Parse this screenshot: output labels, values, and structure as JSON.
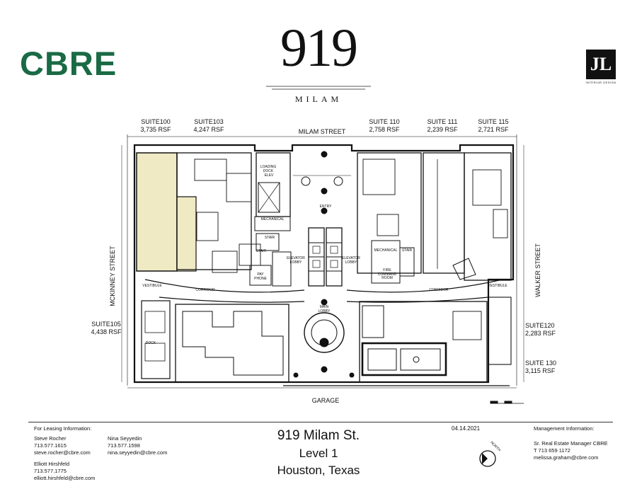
{
  "brand": {
    "left_logo": "CBRE",
    "right_logo_caption": "INTERIOR DESIGN",
    "right_logo_mark": "JL"
  },
  "building": {
    "logo_number": "919",
    "logo_street": "MILAM"
  },
  "streets": {
    "north": "MILAM STREET",
    "west": "MCKINNEY STREET",
    "east": "WALKER STREET",
    "south": "GARAGE"
  },
  "suites": [
    {
      "name": "SUITE100",
      "area": "3,735 RSF"
    },
    {
      "name": "SUITE103",
      "area": "4,247 RSF"
    },
    {
      "name": "SUITE 110",
      "area": "2,758 RSF"
    },
    {
      "name": "SUITE 111",
      "area": "2,239 RSF"
    },
    {
      "name": "SUITE 115",
      "area": "2,721 RSF"
    },
    {
      "name": "SUITE105",
      "area": "4,438 RSF"
    },
    {
      "name": "SUITE120",
      "area": "2,283 RSF"
    },
    {
      "name": "SUITE 130",
      "area": "3,115 RSF"
    }
  ],
  "rooms": {
    "loading_dock": "LOADING DOCK",
    "entry": "ENTRY",
    "mechanical_left": "MECHANICAL",
    "mechanical_right": "MECHANICAL",
    "stair_left": "STAIR",
    "stair_right": "STAIR",
    "stair_top": "STAIR",
    "pay_phone": "PAY PHONE",
    "elevator_lobby_left": "ELEVATOR LOBBY",
    "elevator_lobby_right": "ELEVATOR LOBBY",
    "fire_command": "FIRE COMMAND ROOM",
    "corridor_left": "CORRIDOR",
    "corridor_right": "CORRIDOR",
    "vestibule_left": "VESTIBULE",
    "vestibule_right": "VESTIBULE",
    "main_lobby": "MAIN LOBBY",
    "dock": "DOCK",
    "elev": "ELEV"
  },
  "leasing": {
    "heading": "For Leasing Information:",
    "contacts": [
      {
        "name": "Steve Rocher",
        "phone": "713.577.1615",
        "email": "steve.rocher@cbre.com"
      },
      {
        "name": "Nina Seyyedin",
        "phone": "713.577.1598",
        "email": "nina.seyyedin@cbre.com"
      },
      {
        "name": "Elliott Hirshfeld",
        "phone": "713.577.1775",
        "email": "elliott.hirshfeld@cbre.com"
      }
    ]
  },
  "title_block": {
    "address": "919 Milam St.",
    "level": "Level 1",
    "city": "Houston, Texas",
    "date": "04.14.2021"
  },
  "north_label": "NORTH",
  "management": {
    "heading": "Management Information:",
    "role": "Sr. Real Estate Manager CBRE",
    "phone": "T 713 659 1172",
    "email": "melissa.graham@cbre.com"
  },
  "colors": {
    "brand_green": "#1a6a45",
    "highlight_suite": "#efeac4"
  }
}
